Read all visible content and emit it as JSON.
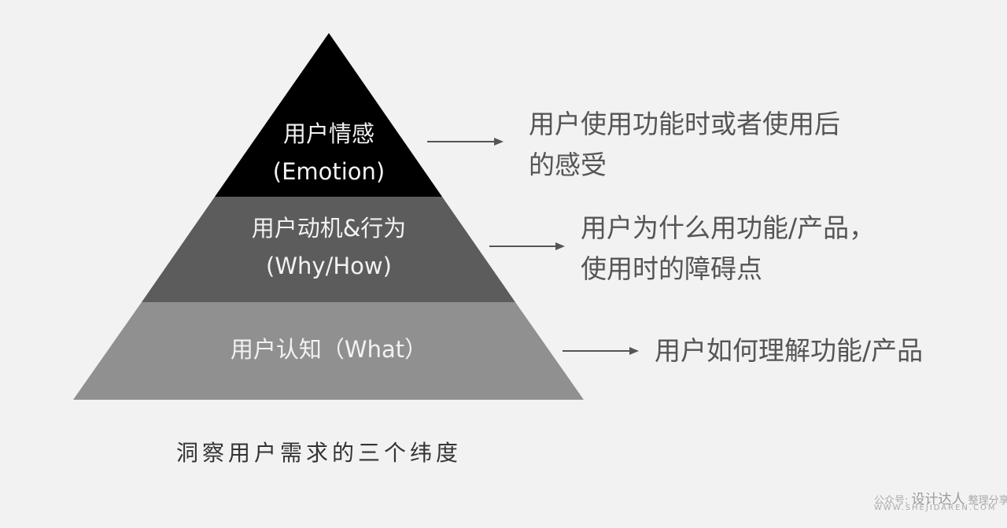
{
  "pyramid": {
    "layers": [
      {
        "title": "用户情感",
        "subtitle": "(Emotion)",
        "description": [
          "用户使用功能时或者使用后",
          "的感受"
        ],
        "color": "#000000"
      },
      {
        "title": "用户动机&行为",
        "subtitle": "(Why/How)",
        "description": [
          "用户为什么用功能/产品，",
          "使用时的障碍点"
        ],
        "color": "#5c5c5c"
      },
      {
        "title": "用户认知（What）",
        "description": [
          "用户如何理解功能/产品"
        ],
        "color": "#909090"
      }
    ]
  },
  "caption": "洞察用户需求的三个纬度",
  "watermark": {
    "prefix": "公众号:",
    "brand": "设计达人",
    "suffix": "整理分享",
    "url": "WWW.SHEJIDAREN.COM"
  }
}
